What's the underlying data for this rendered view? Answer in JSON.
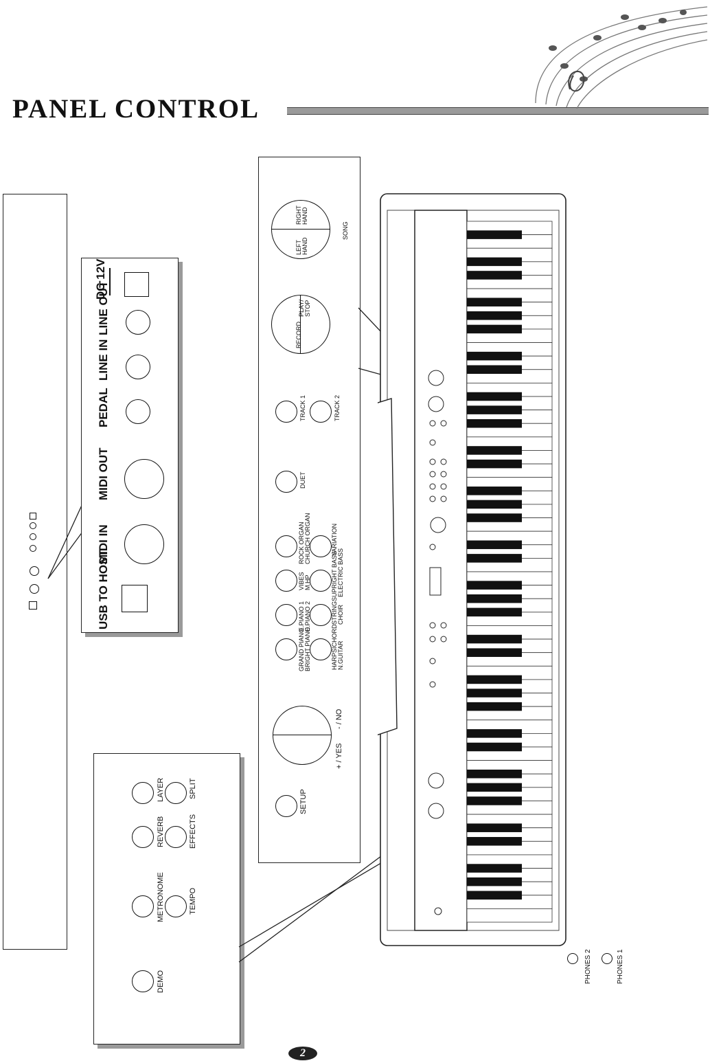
{
  "page": {
    "title": "PANEL CONTROL",
    "page_number": "2"
  },
  "rear_panel": {
    "usb_to_host": "USB TO HOST",
    "midi_in": "MIDI IN",
    "midi_out": "MIDI OUT",
    "pedal": "PEDAL",
    "line_in": "LINE IN",
    "line_out": "LINE OUT",
    "dc": "DC 12V"
  },
  "left_panel": {
    "demo": "DEMO",
    "metronome": "METRONOME",
    "tempo": "TEMPO",
    "reverb": "REVERB",
    "effects": "EFFECTS",
    "layer": "LAYER",
    "split": "SPLIT"
  },
  "main_panel": {
    "setup": "SETUP",
    "yes": "+ / YES",
    "no": "- / NO",
    "voice1": "GRAND PIANO\nBRIGHT PIANO",
    "voice2": "E.PIANO 1\nE.PIANO 2",
    "voice3": "VIBES\nM.HP",
    "voice4": "ROCK ORGAN\nCHURCH ORGAN",
    "voice5": "HARPSICHORD\nN.GUITAR",
    "voice6": "STRINGS\nCHOIR",
    "voice7": "UPRIGHT BASS\nELECTRIC BASS",
    "variation": "VARIATION",
    "duet": "DUET",
    "track1": "TRACK 1",
    "track2": "TRACK 2",
    "record": "RECORD",
    "play_stop": "PLAY/\nSTOP",
    "left_hand": "LEFT\nHAND",
    "right_hand": "RIGHT\nHAND",
    "song": "SONG"
  },
  "phones": {
    "phones1": "PHONES 1",
    "phones2": "PHONES 2"
  }
}
